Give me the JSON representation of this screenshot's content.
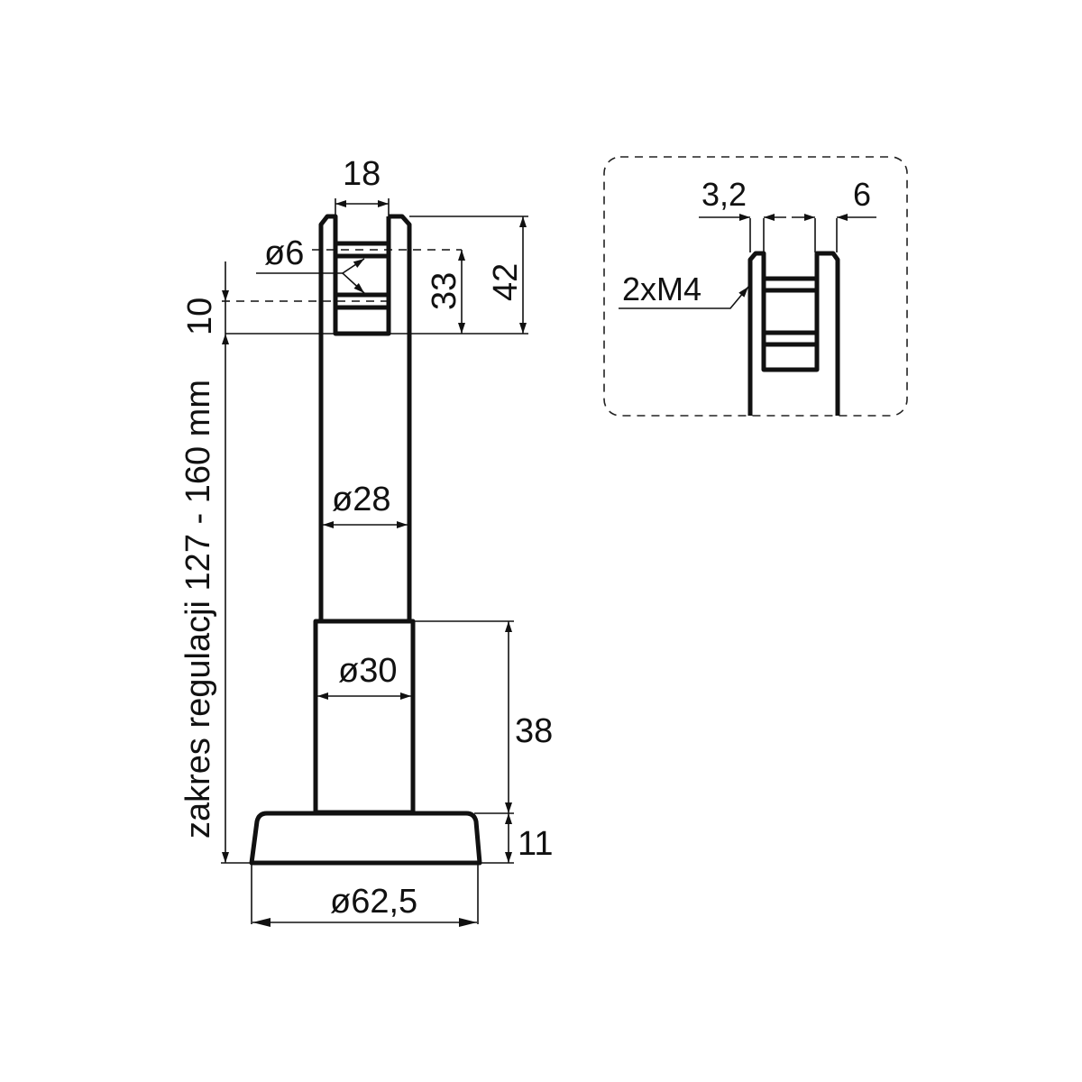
{
  "drawing": {
    "title": "Adjustable leg technical drawing",
    "colors": {
      "line": "#111111",
      "background": "#ffffff"
    },
    "main_view": {
      "dimensions": {
        "top_width": "18",
        "hole_diameter": "ø6",
        "hole_spacing": "33",
        "top_height": "42",
        "hole_offset": "10",
        "adjustment_range": "zakres regulacji 127 - 160 mm",
        "upper_tube_diameter": "ø28",
        "lower_tube_diameter": "ø30",
        "lower_tube_height": "38",
        "base_height": "11",
        "base_diameter": "ø62,5"
      }
    },
    "detail_view": {
      "dimensions": {
        "wall_thickness": "3,2",
        "slot_offset": "6",
        "thread_callout": "2xM4"
      }
    }
  }
}
